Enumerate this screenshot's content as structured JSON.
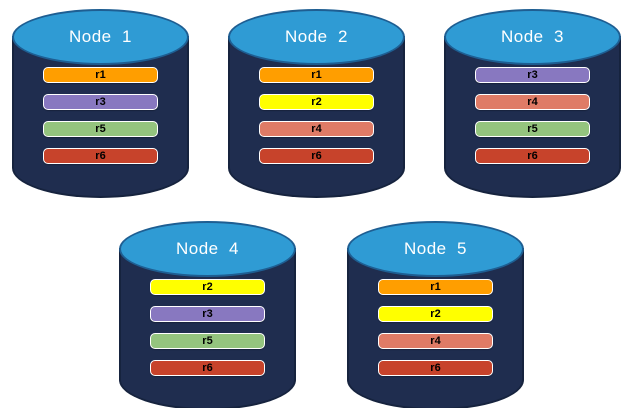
{
  "diagram": {
    "type": "database-replica-distribution"
  },
  "colors": {
    "background": "#FFFFFF",
    "cylinder_body": "#1F2D4F",
    "cylinder_body_border": "#16233E",
    "cylinder_top": "#2F9BD4",
    "cylinder_top_border": "#1E5E92",
    "title_text": "#FFFFFF",
    "bar_text": "#000000",
    "bar_border": "#FFFFFF",
    "replica_colors": {
      "r1": "#FF9E00",
      "r2": "#FFFF00",
      "r3": "#8878C0",
      "r4": "#DF7B66",
      "r5": "#94C47E",
      "r6": "#C7432B"
    }
  },
  "nodes": [
    {
      "title": "Node  1",
      "replicas": [
        "r1",
        "r3",
        "r5",
        "r6"
      ]
    },
    {
      "title": "Node  2",
      "replicas": [
        "r1",
        "r2",
        "r4",
        "r6"
      ]
    },
    {
      "title": "Node  3",
      "replicas": [
        "r3",
        "r4",
        "r5",
        "r6"
      ]
    },
    {
      "title": "Node  4",
      "replicas": [
        "r2",
        "r3",
        "r5",
        "r6"
      ]
    },
    {
      "title": "Node  5",
      "replicas": [
        "r1",
        "r2",
        "r4",
        "r6"
      ]
    }
  ]
}
